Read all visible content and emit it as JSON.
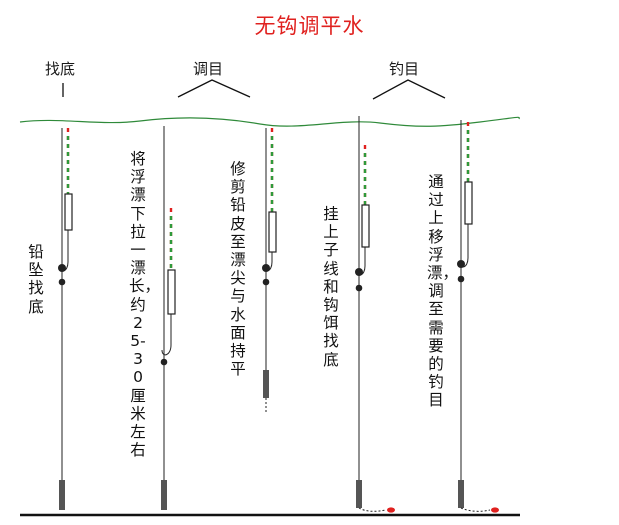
{
  "title": "无钩调平水",
  "headers": {
    "find_bottom": "找底",
    "tune_target": "调目",
    "fish_target": "钓目"
  },
  "steps": {
    "step1": "铅坠找底",
    "step2": "将浮漂下拉一漂长，约25-30厘米左右",
    "step3": "修剪铅皮至漂尖与水面持平",
    "step4": "挂上子线和钩饵找底",
    "step5": "通过上移浮漂，调至需要的钓目"
  },
  "colors": {
    "title": "#e0211f",
    "water_line": "#2f8a3a",
    "float_red": "#e0211f",
    "float_green": "#2e9a3b",
    "line": "#222222"
  }
}
